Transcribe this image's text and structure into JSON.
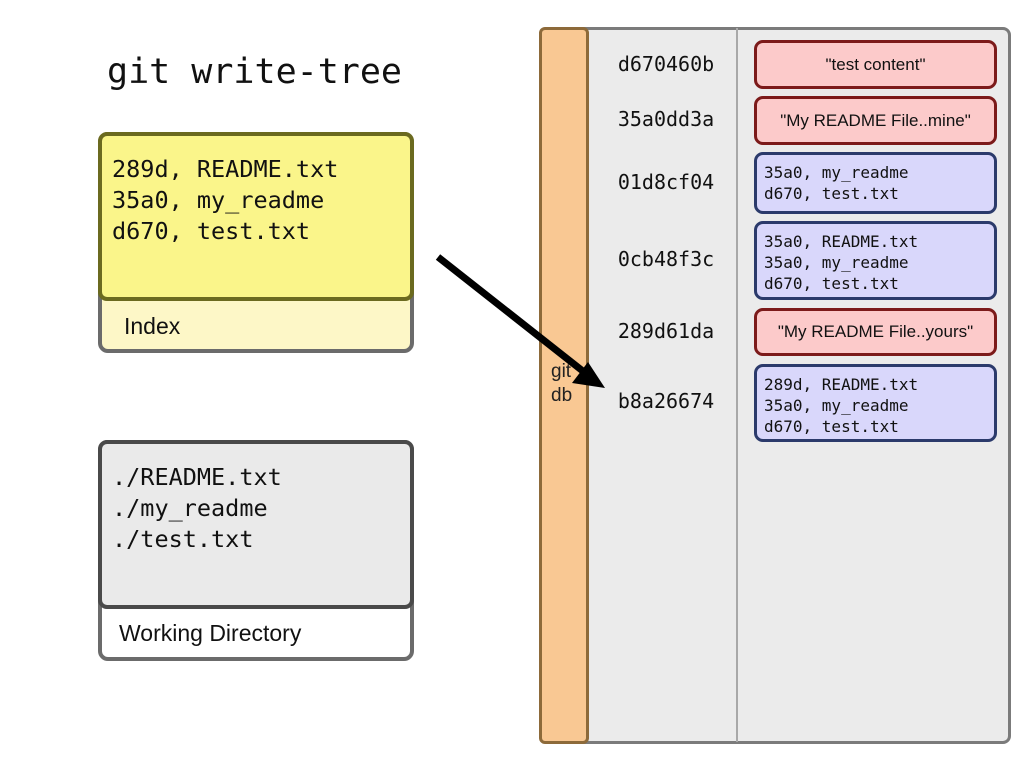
{
  "title": "git write-tree",
  "index": {
    "lines": [
      "289d, README.txt",
      "35a0, my_readme",
      "d670, test.txt"
    ],
    "label": "Index"
  },
  "working_directory": {
    "lines": [
      "./README.txt",
      "./my_readme",
      "./test.txt"
    ],
    "label": "Working Directory"
  },
  "git_db": {
    "label_line1": "git",
    "label_line2": "db",
    "objects": [
      {
        "hash": "d670460b",
        "type": "blob",
        "content": "\"test content\""
      },
      {
        "hash": "35a0dd3a",
        "type": "blob",
        "content": "\"My README File..mine\""
      },
      {
        "hash": "01d8cf04",
        "type": "tree",
        "lines": [
          "35a0, my_readme",
          "d670, test.txt"
        ]
      },
      {
        "hash": "0cb48f3c",
        "type": "tree",
        "lines": [
          "35a0, README.txt",
          "35a0, my_readme",
          "d670, test.txt"
        ]
      },
      {
        "hash": "289d61da",
        "type": "blob",
        "content": "\"My README File..yours\""
      },
      {
        "hash": "b8a26674",
        "type": "tree",
        "lines": [
          "289d, README.txt",
          "35a0, my_readme",
          "d670, test.txt"
        ]
      }
    ]
  },
  "colors": {
    "index_fill": "#faf58a",
    "index_bg": "#fdf7c7",
    "working_fill": "#eaeaea",
    "db_bar": "#f9c893",
    "db_panel": "#ebebeb",
    "blob_fill": "#fccaca",
    "blob_border": "#7c1a1a",
    "tree_fill": "#d9d7fb",
    "tree_border": "#2b3a6b",
    "arrow": "#000000"
  }
}
